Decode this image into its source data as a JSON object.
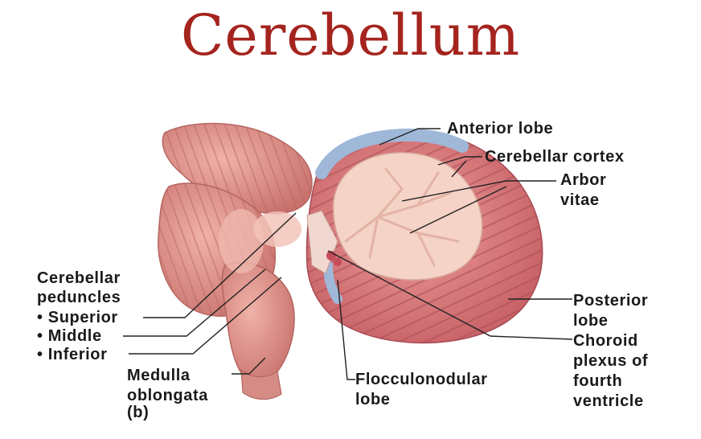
{
  "title": "Cerebellum",
  "labels": {
    "anterior_lobe": "Anterior lobe",
    "cerebellar_cortex": "Cerebellar cortex",
    "arbor_vitae_1": "Arbor",
    "arbor_vitae_2": "vitae",
    "peduncles_title_1": "Cerebellar",
    "peduncles_title_2": "peduncles",
    "superior": "• Superior",
    "middle": "• Middle",
    "inferior": "• Inferior",
    "medulla_1": "Medulla",
    "medulla_2": "oblongata",
    "figure_tag": "(b)",
    "flocculonodular_1": "Flocculonodular",
    "flocculonodular_2": "lobe",
    "posterior_1": "Posterior",
    "posterior_2": "lobe",
    "choroid_1": "Choroid",
    "choroid_2": "plexus of",
    "choroid_3": "fourth",
    "choroid_4": "ventricle"
  },
  "colors": {
    "title": "#a5241e",
    "tissue": "#d98580",
    "tissue_dark": "#b9605e",
    "white_matter": "#f5d3c6",
    "cortex_blue": "#9fb8d8"
  }
}
